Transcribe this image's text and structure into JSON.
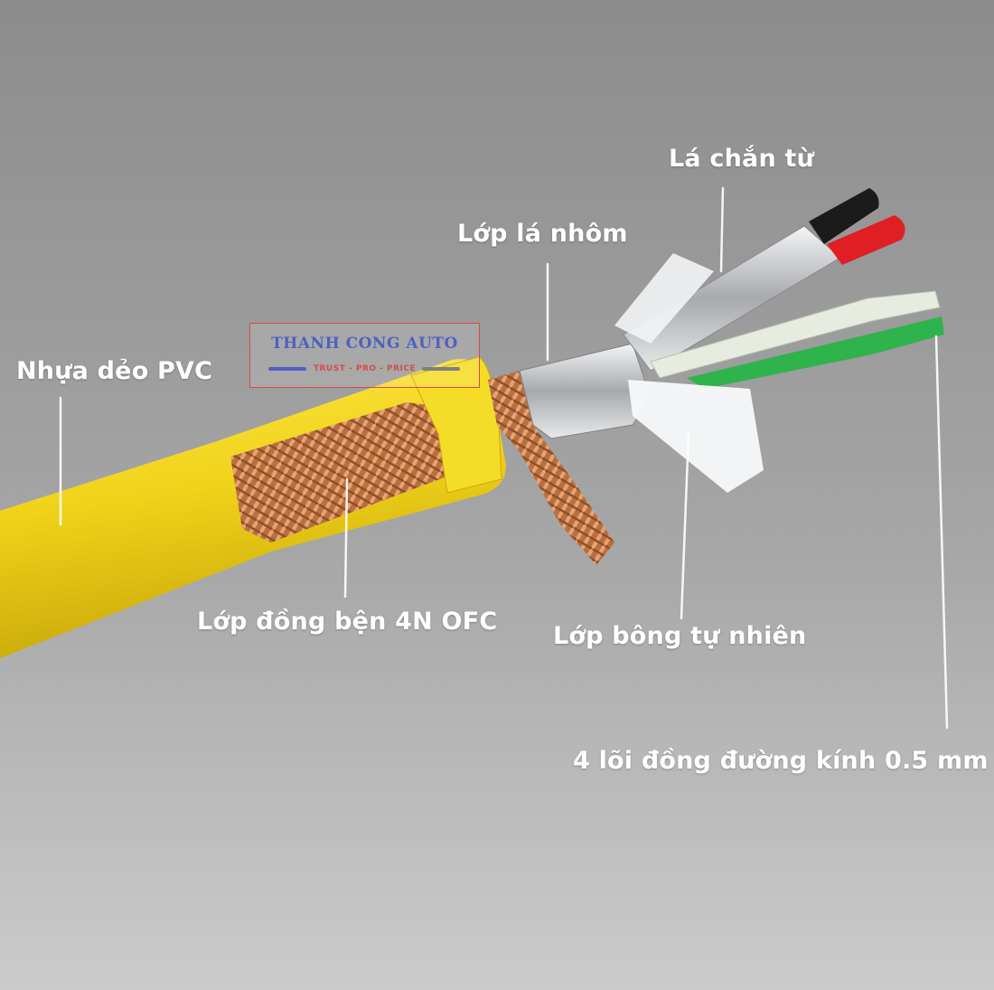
{
  "labels": {
    "pvc": "Nhựa dẻo PVC",
    "copper_braid": "Lớp đồng bện 4N OFC",
    "aluminum": "Lớp lá nhôm",
    "magnetic_shield": "Lá chắn từ",
    "cotton": "Lớp bông tự nhiên",
    "cores": "4 lõi đồng đường kính 0.5 mm"
  },
  "watermark": {
    "title": "THANH CONG AUTO",
    "tagline": "TRUST - PRO - PRICE"
  },
  "colors": {
    "background_top": "#8e8e8e",
    "background_bottom": "#c9c9c9",
    "jacket": "#f0d21a",
    "copper": "#c8804f",
    "foil": "#d9dadc",
    "wire_red": "#e01f25",
    "wire_green": "#2fb34d",
    "wire_white": "#e6ecdf"
  }
}
